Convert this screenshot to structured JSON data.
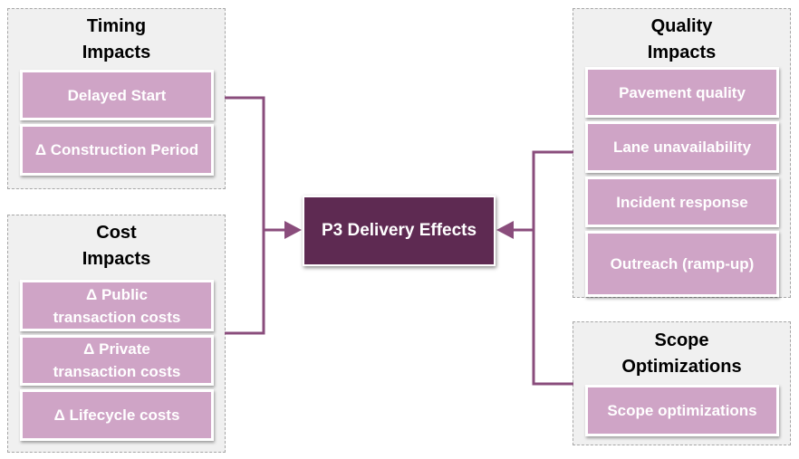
{
  "diagram": {
    "center_label": "P3 Delivery Effects",
    "connector_color": "#8a4d7c",
    "item_color": "#cfa4c6",
    "center_color": "#5e2a52",
    "timing": {
      "title_line1": "Timing",
      "title_line2": "Impacts",
      "items": [
        "Delayed Start",
        "Δ Construction Period"
      ]
    },
    "cost": {
      "title_line1": "Cost",
      "title_line2": "Impacts",
      "items": [
        {
          "line1": "Δ Public",
          "line2": "transaction costs"
        },
        {
          "line1": "Δ Private",
          "line2": "transaction costs"
        },
        {
          "line1": "Δ Lifecycle costs"
        }
      ]
    },
    "quality": {
      "title_line1": "Quality",
      "title_line2": "Impacts",
      "items": [
        "Pavement quality",
        "Lane unavailability",
        "Incident response",
        "Outreach (ramp-up)"
      ]
    },
    "scope": {
      "title_line1": "Scope",
      "title_line2": "Optimizations",
      "items": [
        "Scope optimizations"
      ]
    }
  }
}
